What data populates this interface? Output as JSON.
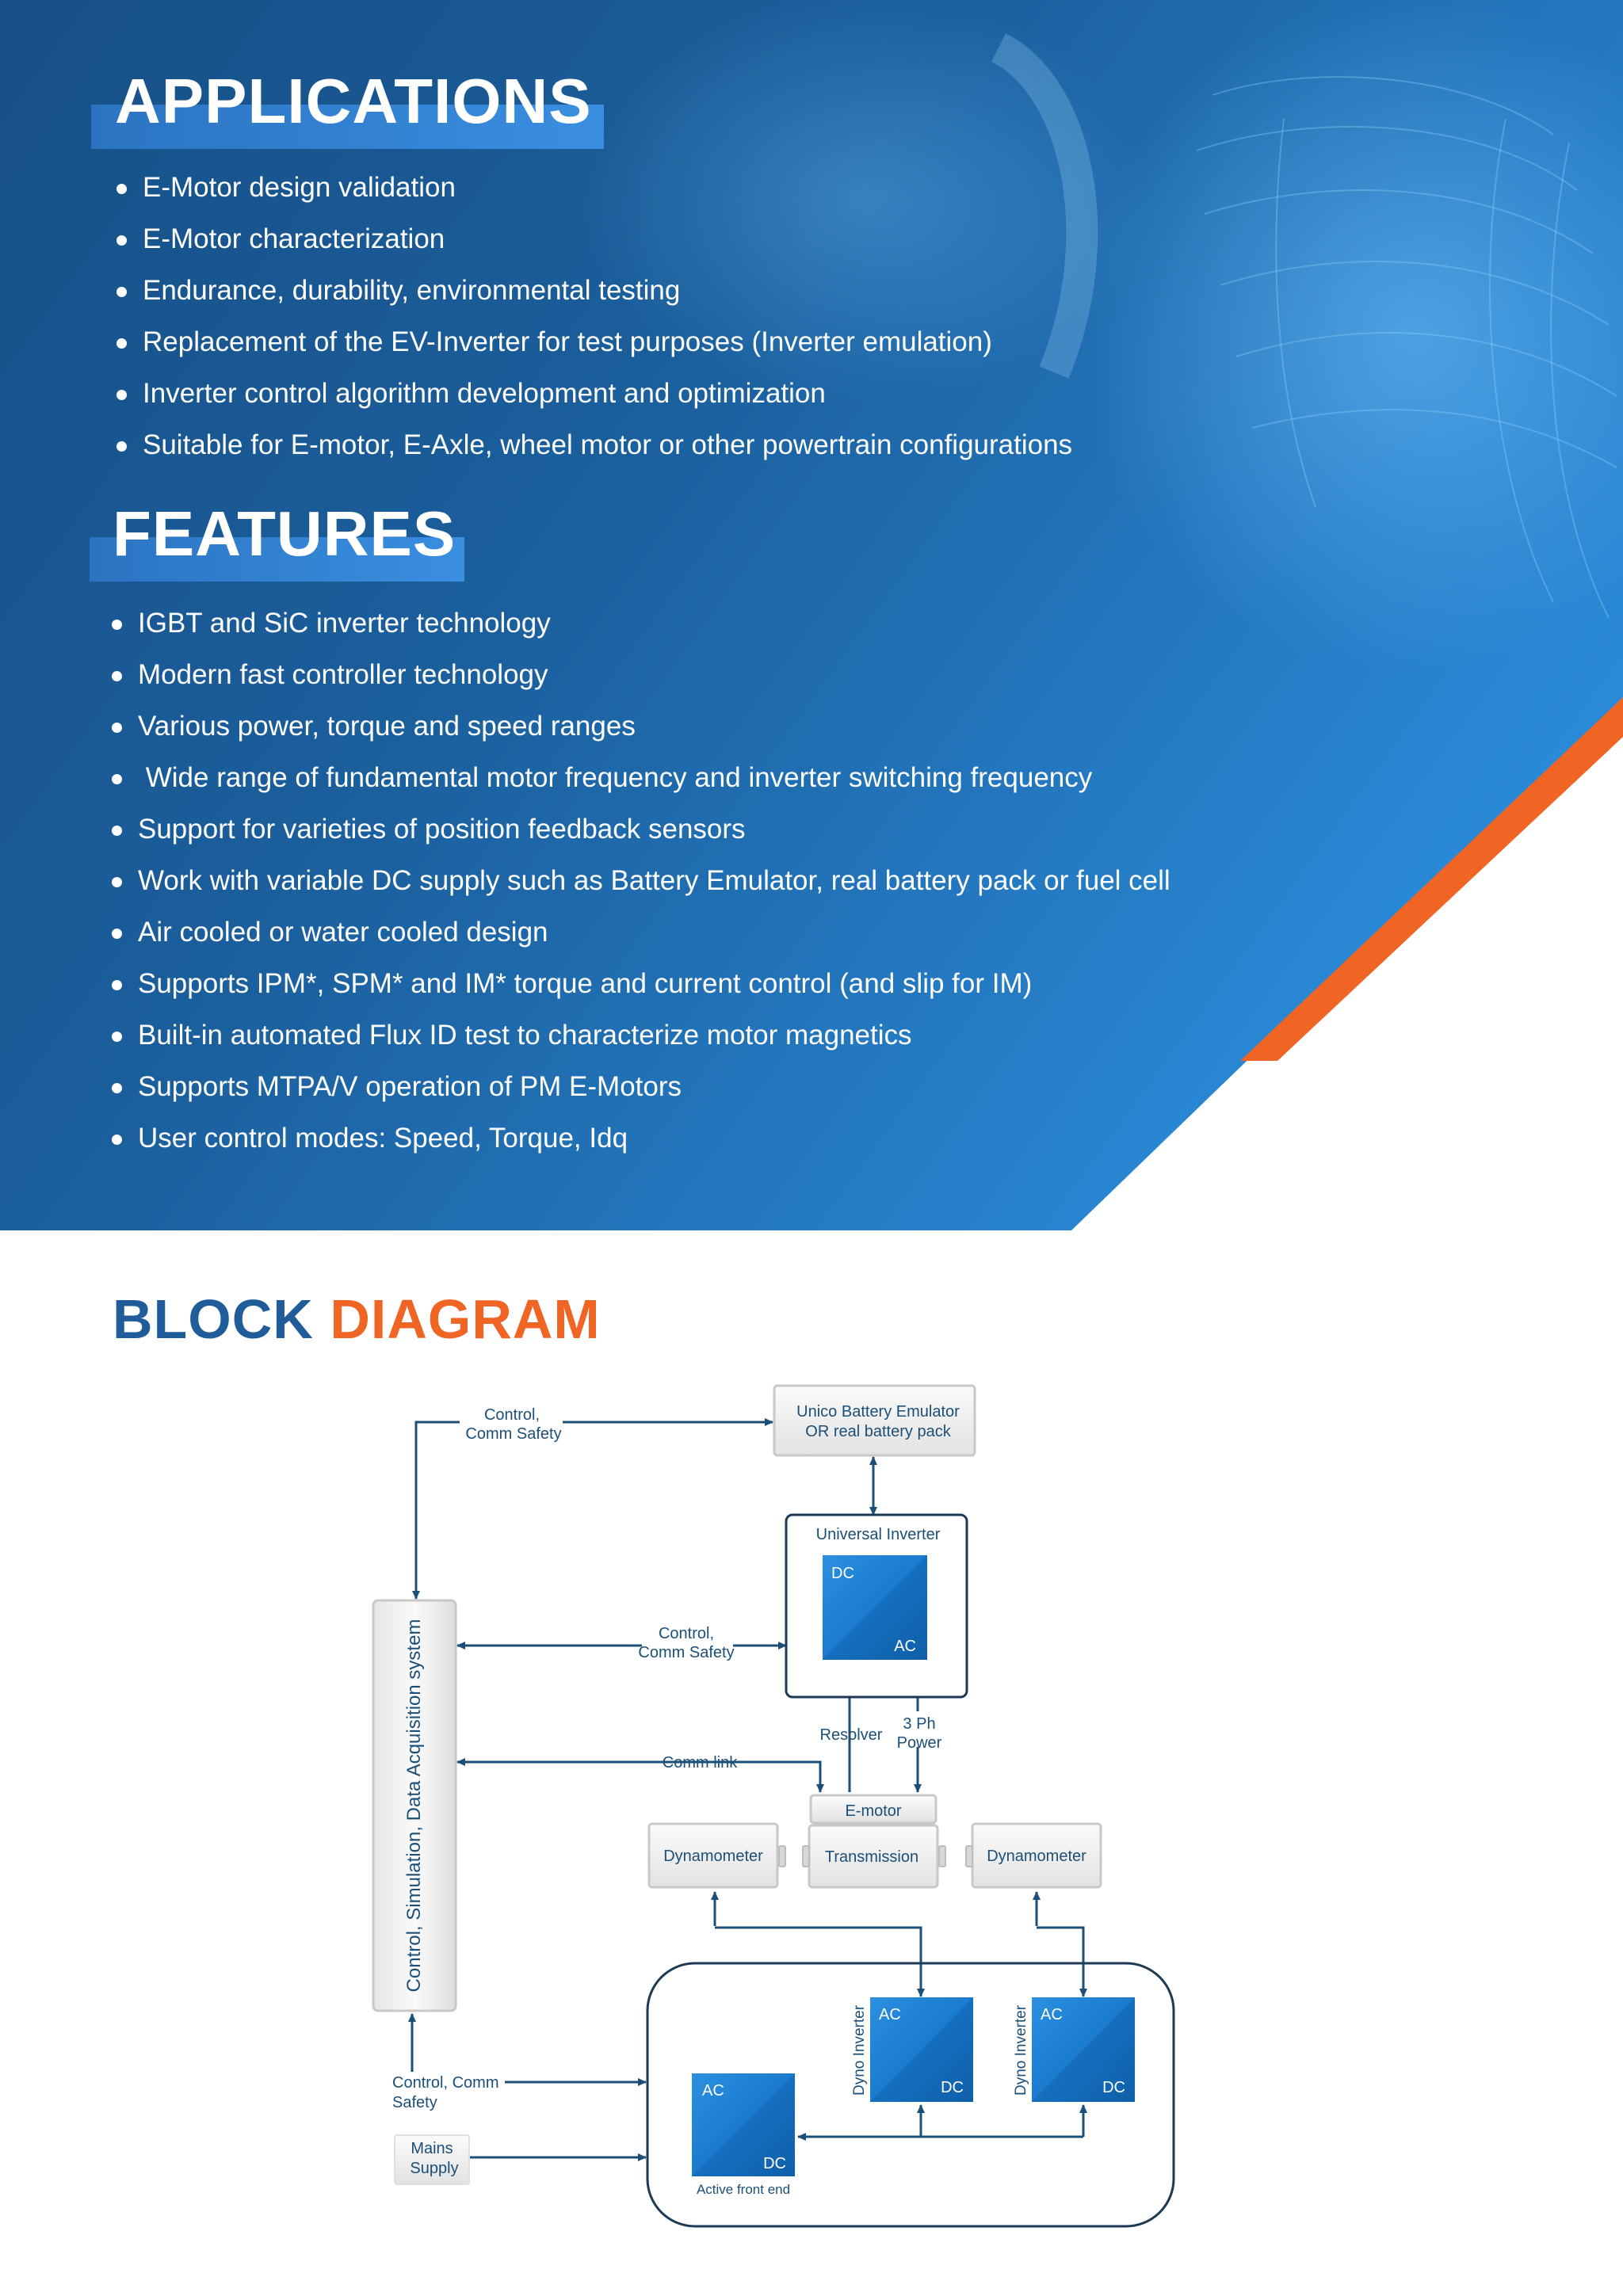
{
  "colors": {
    "navy": "#1a5a8f",
    "orange": "#f06424",
    "box_blue": "#1a7fd0",
    "white": "#ffffff"
  },
  "applications": {
    "title": "APPLICATIONS",
    "items": [
      "E-Motor design validation",
      "E-Motor characterization",
      "Endurance, durability, environmental testing",
      "Replacement of the EV-Inverter for test purposes  (Inverter emulation)",
      "Inverter control algorithm development and optimization",
      "Suitable for E-motor, E-Axle, wheel motor or other  powertrain configurations"
    ]
  },
  "features": {
    "title": "FEATURES",
    "items": [
      "IGBT and SiC inverter technology",
      "Modern fast controller technology",
      "Various power, torque and speed ranges",
      " Wide range of fundamental motor frequency and inverter switching frequency",
      "Support for varieties of position feedback sensors",
      "Work with variable DC supply such as Battery Emulator, real battery pack or fuel cell",
      "Air cooled or water cooled design",
      "Supports IPM*, SPM* and IM* torque and current control (and slip for IM)",
      "Built-in automated Flux ID test to characterize motor magnetics",
      "Supports MTPA/V operation of PM E-Motors",
      "User control modes: Speed, Torque, Idq"
    ]
  },
  "block_diagram": {
    "title_part1": "BLOCK",
    "title_part2": "DIAGRAM",
    "battery_line1": "Unico Battery Emulator",
    "battery_line2": "OR real battery pack",
    "universal_inverter": "Universal Inverter",
    "dc": "DC",
    "ac": "AC",
    "control_comm_1": "Control,",
    "control_comm_2": "Comm Safety",
    "control_comm_bottom_1": "Control, Comm",
    "control_comm_bottom_2": "Safety",
    "comm_link": "Comm link",
    "resolver": "Resolver",
    "ph_power_1": "3 Ph",
    "ph_power_2": "Power",
    "emotor": "E-motor",
    "transmission": "Transmission",
    "dynamometer": "Dynamometer",
    "control_system": "Control, Simulation, Data Acquisition system",
    "dyno_inverter": "Dyno Inverter",
    "active_front_end": "Active front end",
    "mains_1": "Mains",
    "mains_2": "Supply"
  }
}
